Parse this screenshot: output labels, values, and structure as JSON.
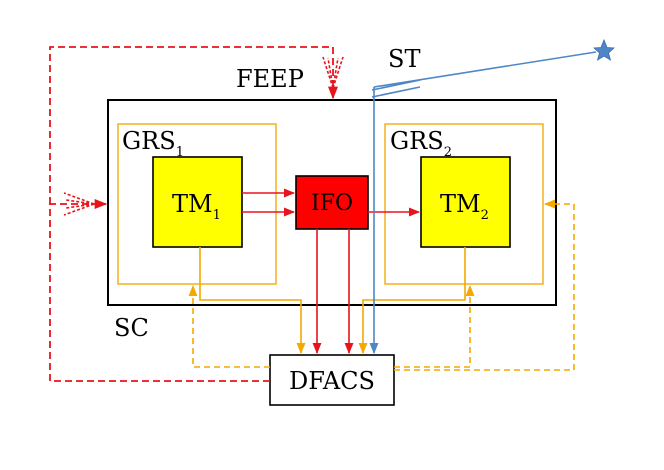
{
  "labels": {
    "feep": "FEEP",
    "st": "ST",
    "sc": "SC",
    "grs1_base": "GRS",
    "grs1_sub": "1",
    "grs2_base": "GRS",
    "grs2_sub": "2",
    "tm1_base": "TM",
    "tm1_sub": "1",
    "tm2_base": "TM",
    "tm2_sub": "2",
    "ifo": "IFO",
    "dfacs": "DFACS"
  },
  "colors": {
    "red": "#e8141b",
    "orange": "#f5a800",
    "yellow": "#ffff00",
    "blue": "#4f86c6",
    "ifo_fill": "#ff0000",
    "grs_frame": "#f5b52a"
  }
}
